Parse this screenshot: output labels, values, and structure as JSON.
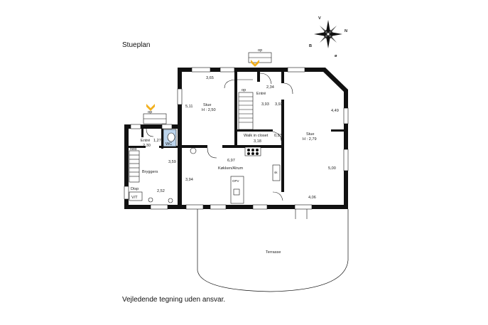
{
  "title": "Stueplan",
  "footer": "Vejledende tegning uden ansvar.",
  "compass": {
    "n": "N",
    "v": "V",
    "b": "B",
    "e": "ø"
  },
  "entrance_labels": {
    "main": "op",
    "side": "op"
  },
  "stairs_label": "op",
  "side_labels": {
    "ned": "ned"
  },
  "rooms": {
    "stue_left": {
      "name": "Stue",
      "height": "H : 2,50"
    },
    "entre_main": {
      "name": "Entré"
    },
    "stue_right": {
      "name": "Stue",
      "height": "H : 2,79"
    },
    "walk_in": {
      "name": "Walk in closet"
    },
    "entre_side": {
      "name": "Entré"
    },
    "wc": {
      "name": "WC"
    },
    "bryggers": {
      "name": "Bryggers"
    },
    "kitchen": {
      "name": "Køkken/Alrum"
    },
    "terrace": {
      "name": "Terrasse"
    },
    "disp": {
      "name": "Disp"
    },
    "vt": {
      "name": "V/T"
    },
    "opv": {
      "name": "OPV"
    },
    "sk": {
      "name": "sk"
    }
  },
  "dimensions": {
    "d365": "3,65",
    "d511": "5,11",
    "d234": "2,34",
    "d393a": "3,93",
    "d393b": "3,93",
    "d449": "4,49",
    "d093": "0,93",
    "d318": "3,18",
    "d500": "5,00",
    "d406": "4,06",
    "d697": "6,97",
    "d359": "3,59",
    "d394": "3,94",
    "d252": "2,52",
    "d127": "1,27",
    "d230": "2,30"
  }
}
